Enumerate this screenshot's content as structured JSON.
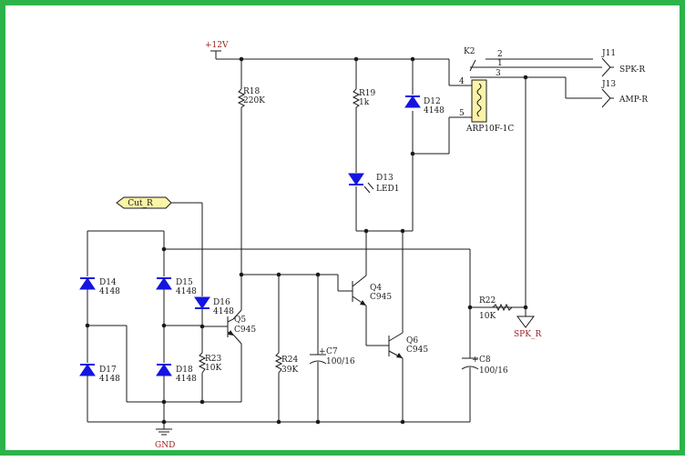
{
  "frame_color": "#2db34a",
  "diode_color": "#1515e0",
  "net_label_color": "#9a1b1b",
  "power": {
    "vcc": "+12V",
    "gnd": "GND"
  },
  "net_port": {
    "label": "Cut_R",
    "fill": "#fbf3a8"
  },
  "resistors": {
    "r18": {
      "ref": "R18",
      "value": "220K"
    },
    "r19": {
      "ref": "R19",
      "value": "1k"
    },
    "r22": {
      "ref": "R22",
      "value": "10K"
    },
    "r23": {
      "ref": "R23",
      "value": "10K"
    },
    "r24": {
      "ref": "R24",
      "value": "39K"
    }
  },
  "diodes": {
    "d12": {
      "ref": "D12",
      "value": "4148"
    },
    "d13": {
      "ref": "D13",
      "value": "LED1"
    },
    "d14": {
      "ref": "D14",
      "value": "4148"
    },
    "d15": {
      "ref": "D15",
      "value": "4148"
    },
    "d16": {
      "ref": "D16",
      "value": "4148"
    },
    "d17": {
      "ref": "D17",
      "value": "4148"
    },
    "d18": {
      "ref": "D18",
      "value": "4148"
    }
  },
  "transistors": {
    "q4": {
      "ref": "Q4",
      "value": "C945"
    },
    "q5": {
      "ref": "Q5",
      "value": "C945"
    },
    "q6": {
      "ref": "Q6",
      "value": "C945"
    }
  },
  "capacitors": {
    "c7": {
      "ref": "C7",
      "value": "100/16",
      "plus": "+"
    },
    "c8": {
      "ref": "C8",
      "value": "100/16",
      "plus": "+"
    }
  },
  "relay": {
    "ref": "K2",
    "part": "ARP10F-1C",
    "pins": {
      "p2": "2",
      "p1": "1",
      "p3": "3",
      "p4": "4",
      "p5": "5"
    },
    "coil_fill": "#fbf3a8"
  },
  "jacks": {
    "j11": {
      "ref": "J11",
      "name": "SPK-R"
    },
    "j13": {
      "ref": "J13",
      "name": "AMP-R"
    }
  },
  "speaker_ground": {
    "label": "SPK_R"
  }
}
